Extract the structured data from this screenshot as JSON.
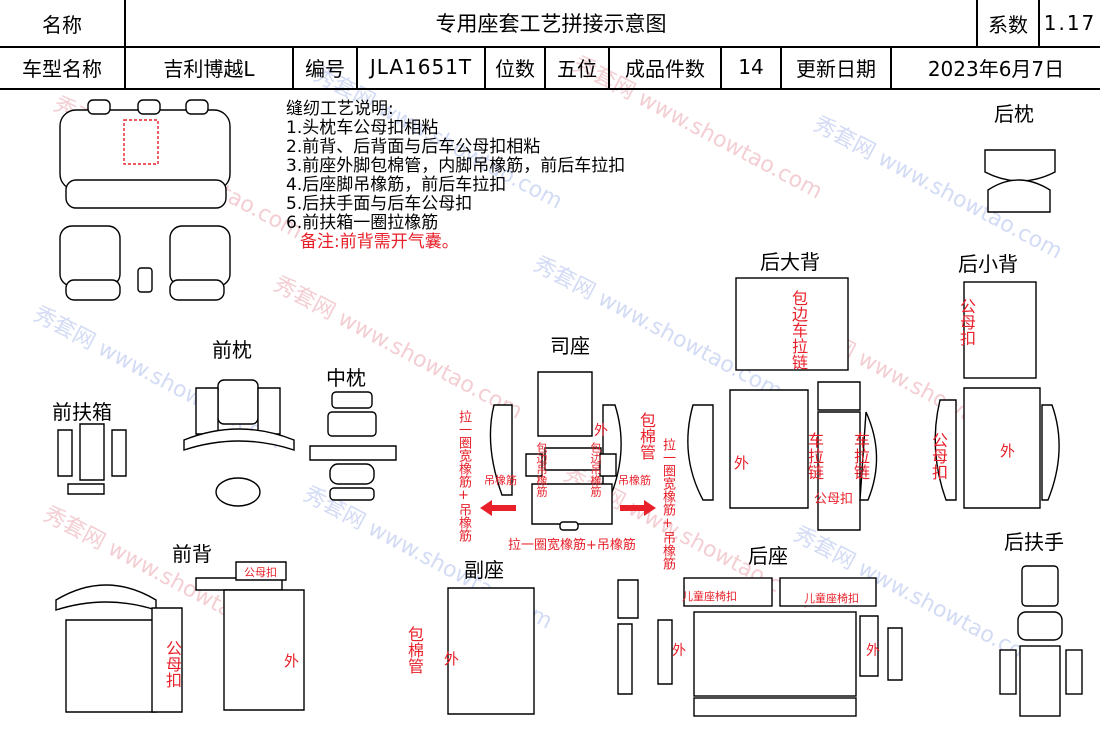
{
  "header": {
    "name_label": "名称",
    "title": "专用座套工艺拼接示意图",
    "coef_label": "系数",
    "coef_value": "1.17",
    "model_label": "车型名称",
    "model_value": "吉利博越L",
    "code_label": "编号",
    "code_value": "JLA1651T",
    "seats_label": "位数",
    "seats_value": "五位",
    "pieces_label": "成品件数",
    "pieces_value": "14",
    "date_label": "更新日期",
    "date_value": "2023年6月7日"
  },
  "notes": {
    "title": "缝纫工艺说明:",
    "items": [
      "1.头枕车公母扣相粘",
      "2.前背、后背面与后车公母扣相粘",
      "3.前座外脚包棉管，内脚吊橡筋，前后车拉扣",
      "4.后座脚吊橡筋，前后车拉扣",
      "5.后扶手面与后车公母扣",
      "6.前扶箱一圈拉橡筋"
    ],
    "remark": "备注:前背需开气囊。"
  },
  "sections": {
    "rear_headrest": "后枕",
    "rear_big_back": "后大背",
    "rear_small_back": "后小背",
    "front_headrest": "前枕",
    "middle_headrest": "中枕",
    "driver_seat": "司座",
    "front_armbox": "前扶箱",
    "front_back": "前背",
    "passenger_seat": "副座",
    "rear_seat": "后座",
    "rear_armrest": "后扶手"
  },
  "annotations": {
    "bian_che_la_lian": "包边车拉链",
    "gong_mu_kou": "公母扣",
    "wai": "外",
    "che_la_lian": "车拉链",
    "la_yi_quan": "拉一圈宽橡筋+吊橡筋",
    "bao_mian_guan": "包棉管",
    "bao_bian_diao": "包边吊橡筋",
    "diao_xiang_jin": "吊橡筋",
    "bottom_driver": "拉一圈宽橡筋+吊橡筋",
    "child_seat_1": "儿童座椅扣",
    "child_seat_2": "儿童座椅扣"
  },
  "watermark": "秀套网 www.showtao.com",
  "colors": {
    "accent_red": "#e8202a",
    "line": "#000000"
  }
}
